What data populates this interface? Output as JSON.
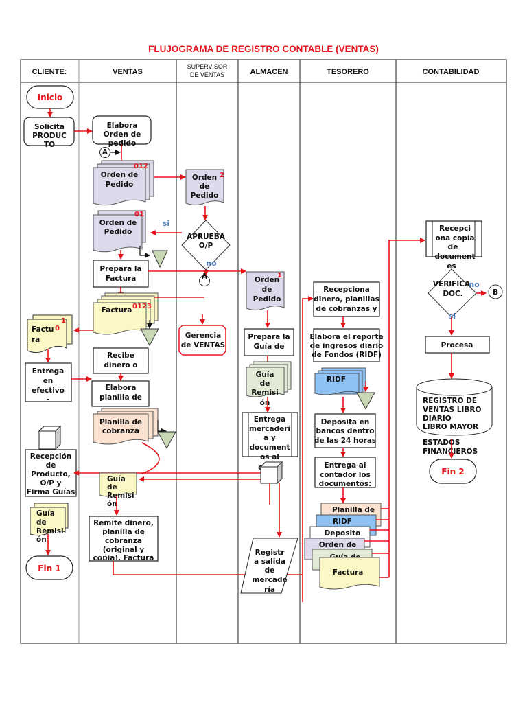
{
  "title": "FLUJOGRAMA DE REGISTRO CONTABLE (VENTAS)",
  "colors": {
    "accent_red": "#e8141c",
    "annotation_blue": "#4f81bd",
    "doc_lavender": "#dcd9ea",
    "doc_yellow": "#fbf8c6",
    "doc_peach": "#fbe1cf",
    "doc_green": "#e2ebd6",
    "doc_blue": "#8fc1f2",
    "merge_green": "#c8d7b4"
  },
  "lanes": [
    {
      "label": "CLIENTE:"
    },
    {
      "label": "VENTAS"
    },
    {
      "label_line1": "SUPERVISOR",
      "label_line2": "DE VENTAS"
    },
    {
      "label": "ALMACEN"
    },
    {
      "label": "TESORERO"
    },
    {
      "label": "CONTABILIDAD"
    }
  ],
  "cliente": {
    "inicio": "Inicio",
    "solicita": [
      "Solicita",
      "PRODUC",
      "TO"
    ],
    "factura_doc": [
      "Factu",
      "ra"
    ],
    "factura_nums": [
      "1",
      "0"
    ],
    "entrega": [
      "Entrega",
      "en",
      "efectivo",
      "-"
    ],
    "recepcion": [
      "Recepción",
      "de",
      "Producto,",
      "O/P  y",
      "Firma Guías"
    ],
    "guia_doc": [
      "Guía",
      "de",
      "Remisi",
      "ón"
    ],
    "fin1": "Fin 1"
  },
  "ventas": {
    "elabora_orden": [
      "Elabora",
      "Orden de",
      "pedido"
    ],
    "connector_a": "A",
    "orden_pedido_1": [
      "Orden de",
      "Pedido"
    ],
    "orden_pedido_1_nums": "012",
    "orden_pedido_2": [
      "Orden de",
      "Pedido"
    ],
    "orden_pedido_2_nums": "01",
    "si_label": "si",
    "prepara_factura": [
      "Prepara la",
      "Factura"
    ],
    "factura_doc": "Factura",
    "factura_nums": "0123",
    "recibe_dinero": [
      "Recibe",
      "dinero o"
    ],
    "elabora_planilla": [
      "Elabora",
      "planilla de"
    ],
    "planilla_doc": [
      "Planilla de",
      "cobranza"
    ],
    "guia_doc": [
      "Guía",
      "de",
      "Remisi",
      "ón"
    ],
    "remite": [
      "Remite dinero,",
      "planilla de",
      "cobranza",
      "(original y",
      "copia), Factura"
    ]
  },
  "supervisor": {
    "orden_pedido": [
      "Orden",
      "de",
      "Pedido"
    ],
    "orden_num": "2",
    "aprueba": [
      "APRUEBA",
      "O/P"
    ],
    "no_label": "no",
    "connector_a": "A",
    "gerencia": [
      "Gerencia",
      "de VENTAS"
    ]
  },
  "almacen": {
    "orden_pedido": [
      "Orden",
      "de",
      "Pedido"
    ],
    "orden_num": "1",
    "prepara_guia": [
      "Prepara la",
      "Guía de"
    ],
    "guia_doc": [
      "Guía",
      "de",
      "Remisi",
      "ón"
    ],
    "entrega": [
      "Entrega",
      "mercaderí",
      "a y",
      "document",
      "os al",
      "cl"
    ],
    "registra": [
      "Registr",
      "a salida",
      "de",
      "mercade",
      "ría"
    ]
  },
  "tesorero": {
    "recepciona": [
      "Recepciona",
      "dinero, planillas",
      "de cobranzas y"
    ],
    "elabora_ridf": [
      "Elabora el reporte",
      "de ingresos diario",
      "de Fondos (RIDF)"
    ],
    "ridf_doc": "RIDF",
    "deposita": [
      "Deposita en",
      "bancos dentro",
      "de las 24 horas"
    ],
    "entrega_contador": [
      "Entrega al",
      "contador los",
      "documentos:"
    ],
    "docs": [
      "Planilla de",
      "RIDF",
      "Deposito",
      "Orden de",
      "Guía de",
      "Factura"
    ]
  },
  "contabilidad": {
    "recepciona": [
      "Recepci",
      "ona copia",
      "de",
      "document",
      "es"
    ],
    "verifica": [
      "VERIFICA",
      "DOC."
    ],
    "no_label": "no",
    "si_label": "si",
    "connector_b": "B",
    "procesa": "Procesa",
    "registro": [
      "REGISTRO DE",
      "VENTAS LIBRO",
      "DIARIO",
      "LIBRO MAYOR",
      "",
      "ESTADOS",
      "FINANCIEROS"
    ],
    "fin2": "Fin 2"
  }
}
